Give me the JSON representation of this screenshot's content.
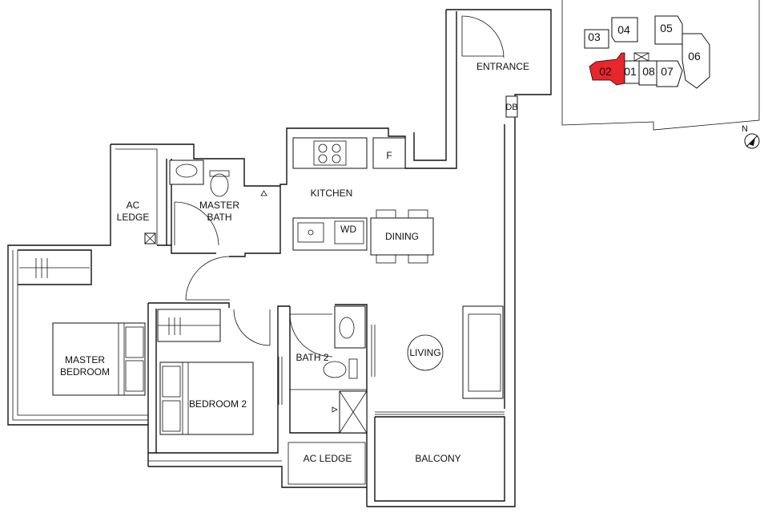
{
  "rooms": {
    "entrance": "ENTRANCE",
    "db": "DB",
    "kitchen": "KITCHEN",
    "fridge": "F",
    "wd": "WD",
    "dining": "DINING",
    "ac_ledge_top_1": "AC",
    "ac_ledge_top_2": "LEDGE",
    "master_bath_1": "MASTER",
    "master_bath_2": "BATH",
    "master_bedroom_1": "MASTER",
    "master_bedroom_2": "BEDROOM",
    "bedroom_2": "BEDROOM 2",
    "bath_2": "BATH 2",
    "living": "LIVING",
    "ac_ledge_bottom": "AC LEDGE",
    "balcony": "BALCONY"
  },
  "keyplan": {
    "units": [
      "03",
      "04",
      "05",
      "06",
      "02",
      "01",
      "08",
      "07"
    ],
    "highlighted_unit": "02",
    "highlight_color": "#e8262c",
    "north": "N"
  }
}
